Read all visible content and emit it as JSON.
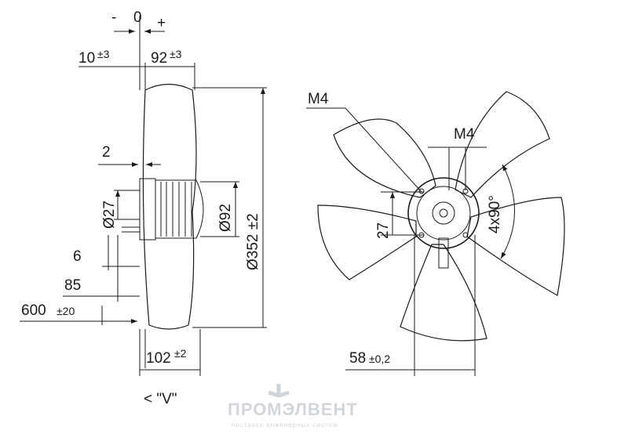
{
  "side_view": {
    "minus": "-",
    "zero": "0",
    "plus": "+",
    "dim_10": "10",
    "tol_10": "±3",
    "dim_92": "92",
    "tol_92": "±3",
    "dim_2": "2",
    "dim_d27": "Ø27",
    "dim_d92": "Ø92",
    "dim_d352": "Ø352 ±2",
    "dim_6": "6",
    "dim_85": "85",
    "dim_600": "600",
    "tol_600": "±20",
    "dim_102": "102",
    "tol_102": "±2",
    "airflow": "< \"V\""
  },
  "front_view": {
    "m4_left": "M4",
    "m4_right": "M4",
    "dim_27": "27",
    "angle": "4x90°",
    "dim_58": "58",
    "tol_58": "±0,2"
  },
  "watermark": {
    "name": "ПРОМЭЛВЕНТ",
    "tagline": "поставки инженерных систем"
  }
}
